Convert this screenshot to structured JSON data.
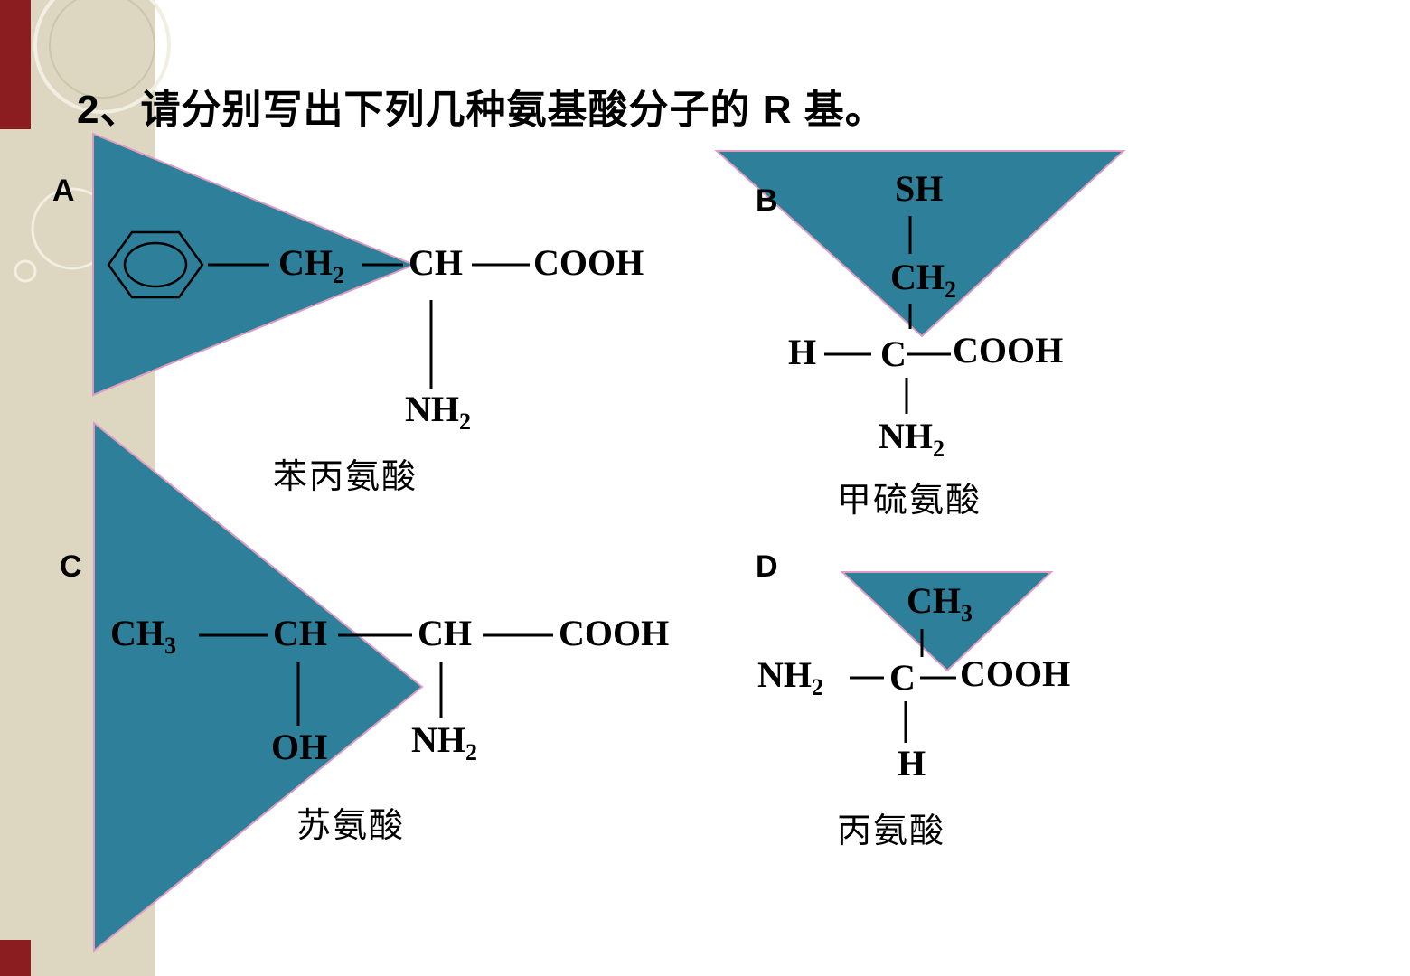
{
  "theme": {
    "background": "#ffffff",
    "sidebar_beige": "#ddd6c1",
    "corner_red": "#8b1d20",
    "triangle_fill": "#2e7f99",
    "triangle_stroke": "#dd9dc0",
    "structure_stroke": "#000000",
    "circle_stroke_light": "#f2eee2",
    "circle_stroke_dark": "#cdc5ab"
  },
  "title": "2、请分别写出下列几种氨基酸分子的 R 基。",
  "sections": {
    "a": {
      "label": "A",
      "name": "苯丙氨酸",
      "tokens": {
        "ch2_main": "CH",
        "ch2_sub": "2",
        "ch": "CH",
        "cooh": "COOH",
        "nh2_main": "NH",
        "nh2_sub": "2"
      }
    },
    "b": {
      "label": "B",
      "name": "甲硫氨酸",
      "tokens": {
        "sh": "SH",
        "ch2_main": "CH",
        "ch2_sub": "2",
        "h": "H",
        "c": "C",
        "cooh": "COOH",
        "nh2_main": "NH",
        "nh2_sub": "2"
      }
    },
    "c": {
      "label": "C",
      "name": "苏氨酸",
      "tokens": {
        "ch3_main": "CH",
        "ch3_sub": "3",
        "ch1": "CH",
        "ch2": "CH",
        "cooh": "COOH",
        "oh": "OH",
        "nh2_main": "NH",
        "nh2_sub": "2"
      }
    },
    "d": {
      "label": "D",
      "name": "丙氨酸",
      "tokens": {
        "ch3_main": "CH",
        "ch3_sub": "3",
        "nh2_main": "NH",
        "nh2_sub": "2",
        "c": "C",
        "cooh": "COOH",
        "h": "H"
      }
    }
  }
}
